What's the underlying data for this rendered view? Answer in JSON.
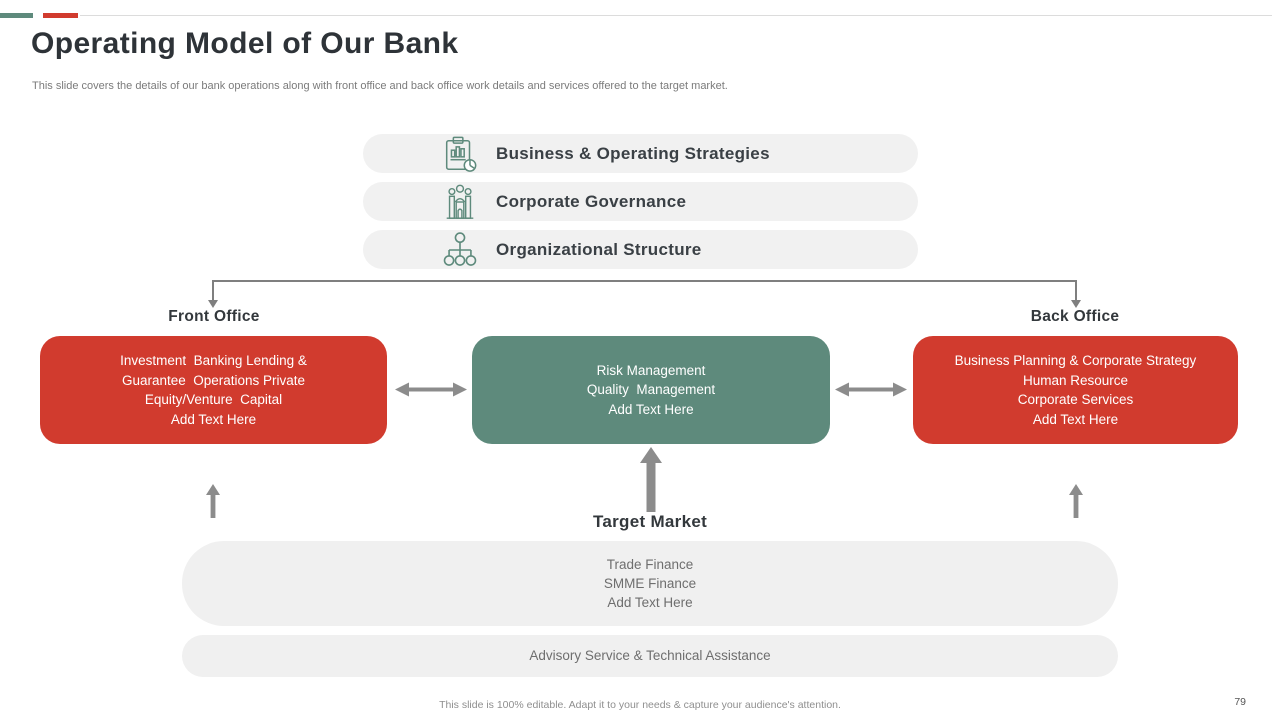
{
  "slide": {
    "title": "Operating Model of Our Bank",
    "subtitle": "This slide covers the details of our bank operations along with front office and back office work details and services offered to the target market.",
    "footer_note": "This slide is 100% editable. Adapt it to your needs & capture your audience's attention.",
    "page_number": "79"
  },
  "colors": {
    "accent_teal": "#5e8a7c",
    "accent_red": "#d13b2e",
    "pill_gray": "#f1f1f1",
    "arrow_gray": "#8c8c8c",
    "text_dark": "#33383c"
  },
  "strategy_pills": [
    {
      "label": "Business & Operating Strategies",
      "icon": "clipboard-chart-icon"
    },
    {
      "label": "Corporate Governance",
      "icon": "bank-people-icon"
    },
    {
      "label": "Organizational Structure",
      "icon": "org-chart-icon"
    }
  ],
  "offices": {
    "front_label": "Front Office",
    "back_label": "Back Office"
  },
  "boxes": {
    "front_office": {
      "lines": [
        "Investment  Banking Lending &",
        "Guarantee  Operations Private",
        "Equity/Venture  Capital",
        "Add Text Here"
      ]
    },
    "middle": {
      "lines": [
        "Risk Management",
        "Quality  Management",
        "Add Text Here"
      ]
    },
    "back_office": {
      "lines": [
        "Business Planning & Corporate Strategy",
        "Human Resource",
        "Corporate Services",
        "Add Text Here"
      ]
    }
  },
  "target_market": {
    "label": "Target Market",
    "segments": [
      "Trade Finance",
      "SMME Finance",
      "Add Text Here"
    ],
    "advisory": "Advisory Service & Technical Assistance"
  }
}
